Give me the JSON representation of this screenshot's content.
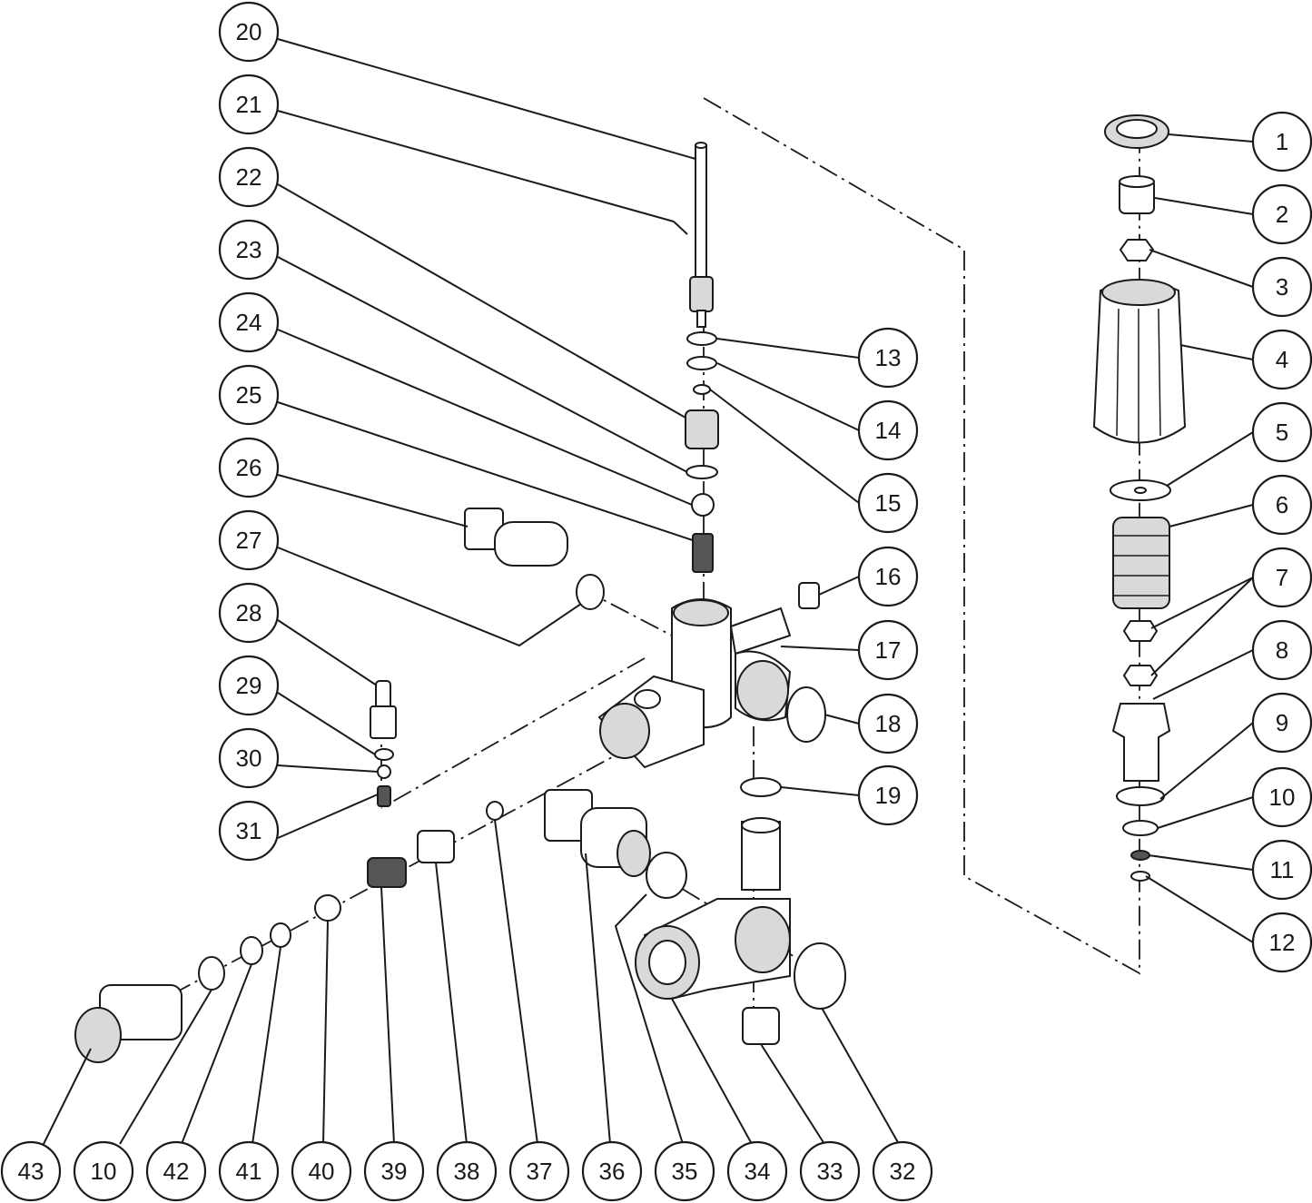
{
  "colors": {
    "ink": "#1a1a1a",
    "paper": "#ffffff",
    "shade": "#d9d9d9"
  },
  "callouts": [
    {
      "id": "c1",
      "label": "1"
    },
    {
      "id": "c2",
      "label": "2"
    },
    {
      "id": "c3",
      "label": "3"
    },
    {
      "id": "c4",
      "label": "4"
    },
    {
      "id": "c5",
      "label": "5"
    },
    {
      "id": "c6",
      "label": "6"
    },
    {
      "id": "c7",
      "label": "7"
    },
    {
      "id": "c8",
      "label": "8"
    },
    {
      "id": "c9",
      "label": "9"
    },
    {
      "id": "c10r",
      "label": "10"
    },
    {
      "id": "c11",
      "label": "11"
    },
    {
      "id": "c12",
      "label": "12"
    },
    {
      "id": "c13",
      "label": "13"
    },
    {
      "id": "c14",
      "label": "14"
    },
    {
      "id": "c15",
      "label": "15"
    },
    {
      "id": "c16",
      "label": "16"
    },
    {
      "id": "c17",
      "label": "17"
    },
    {
      "id": "c18",
      "label": "18"
    },
    {
      "id": "c19",
      "label": "19"
    },
    {
      "id": "c20",
      "label": "20"
    },
    {
      "id": "c21",
      "label": "21"
    },
    {
      "id": "c22",
      "label": "22"
    },
    {
      "id": "c23",
      "label": "23"
    },
    {
      "id": "c24",
      "label": "24"
    },
    {
      "id": "c25",
      "label": "25"
    },
    {
      "id": "c26",
      "label": "26"
    },
    {
      "id": "c27",
      "label": "27"
    },
    {
      "id": "c28",
      "label": "28"
    },
    {
      "id": "c29",
      "label": "29"
    },
    {
      "id": "c30",
      "label": "30"
    },
    {
      "id": "c31",
      "label": "31"
    },
    {
      "id": "c43",
      "label": "43"
    },
    {
      "id": "c10b",
      "label": "10"
    },
    {
      "id": "c42",
      "label": "42"
    },
    {
      "id": "c41",
      "label": "41"
    },
    {
      "id": "c40",
      "label": "40"
    },
    {
      "id": "c39",
      "label": "39"
    },
    {
      "id": "c38",
      "label": "38"
    },
    {
      "id": "c37",
      "label": "37"
    },
    {
      "id": "c36",
      "label": "36"
    },
    {
      "id": "c35",
      "label": "35"
    },
    {
      "id": "c34",
      "label": "34"
    },
    {
      "id": "c33",
      "label": "33"
    },
    {
      "id": "c32",
      "label": "32"
    }
  ]
}
